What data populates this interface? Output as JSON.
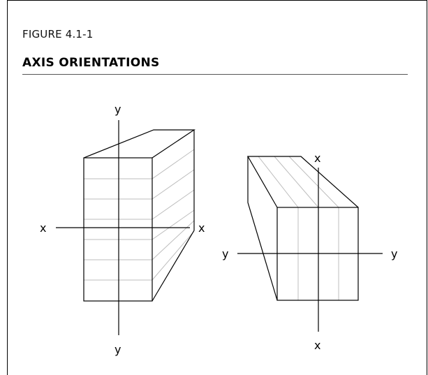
{
  "figure": {
    "number": "FIGURE 4.1-1",
    "title": "AXIS ORIENTATIONS"
  },
  "left_block": {
    "axis_labels": {
      "y_top": "y",
      "y_bottom": "y",
      "x_left": "x",
      "x_right": "x"
    }
  },
  "right_block": {
    "axis_labels": {
      "x_top": "x",
      "x_bottom": "x",
      "y_left": "y",
      "y_right": "y"
    }
  },
  "colors": {
    "outline": "#000000",
    "grain": "#bdbdbd"
  }
}
